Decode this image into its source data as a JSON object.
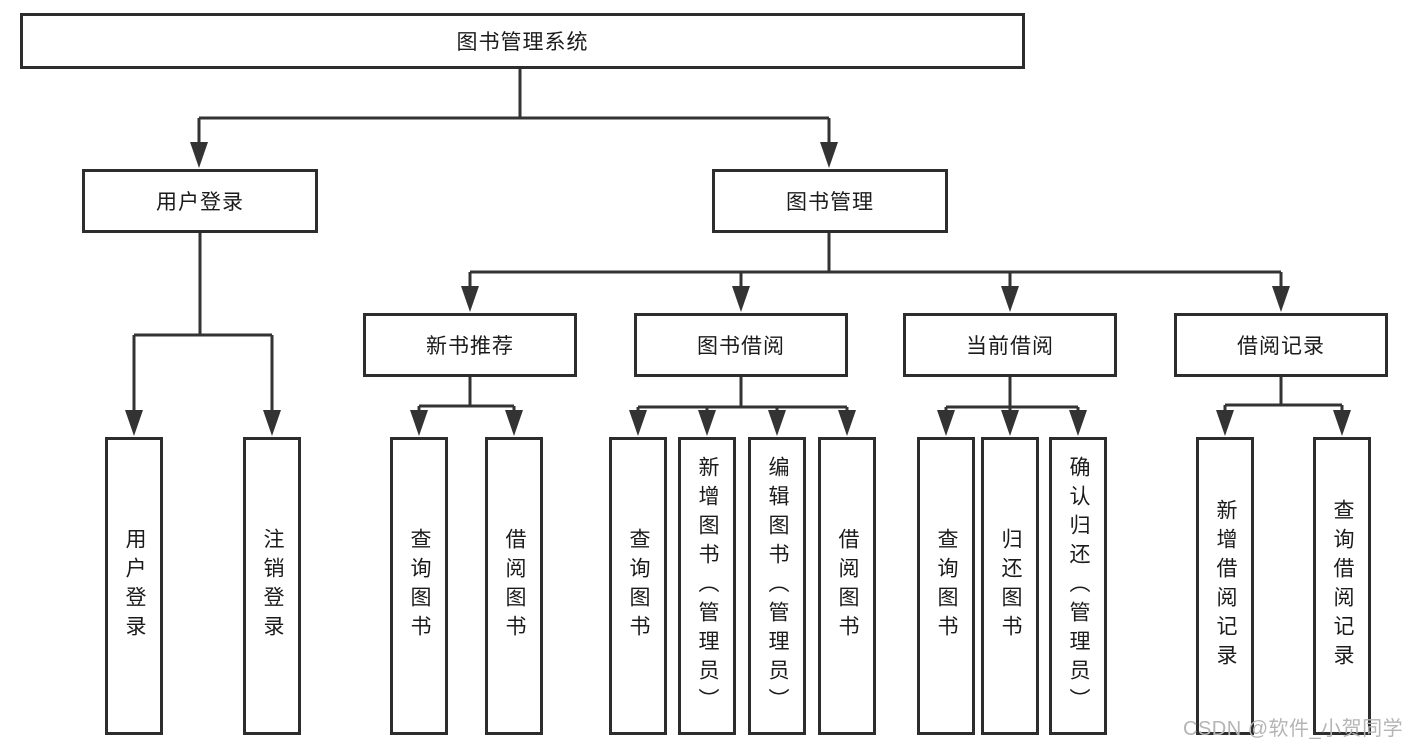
{
  "colors": {
    "line": "#333333",
    "box_border": "#2d2d2d",
    "text": "#1b1b1b",
    "watermark": "#b5b5b5",
    "background": "#ffffff"
  },
  "tree": {
    "root": {
      "label": "图书管理系统"
    },
    "children": [
      {
        "label": "用户登录",
        "children": [
          {
            "label": "用户登录"
          },
          {
            "label": "注销登录"
          }
        ]
      },
      {
        "label": "图书管理",
        "children": [
          {
            "label": "新书推荐",
            "children": [
              {
                "label": "查询图书"
              },
              {
                "label": "借阅图书"
              }
            ]
          },
          {
            "label": "图书借阅",
            "children": [
              {
                "label": "查询图书"
              },
              {
                "label": "新增图书（管理员）"
              },
              {
                "label": "编辑图书（管理员）"
              },
              {
                "label": "借阅图书"
              }
            ]
          },
          {
            "label": "当前借阅",
            "children": [
              {
                "label": "查询图书"
              },
              {
                "label": "归还图书"
              },
              {
                "label": "确认归还（管理员）"
              }
            ]
          },
          {
            "label": "借阅记录",
            "children": [
              {
                "label": "新增借阅记录"
              },
              {
                "label": "查询借阅记录"
              }
            ]
          }
        ]
      }
    ]
  },
  "watermark": {
    "text": "CSDN @软件_小贺同学"
  }
}
